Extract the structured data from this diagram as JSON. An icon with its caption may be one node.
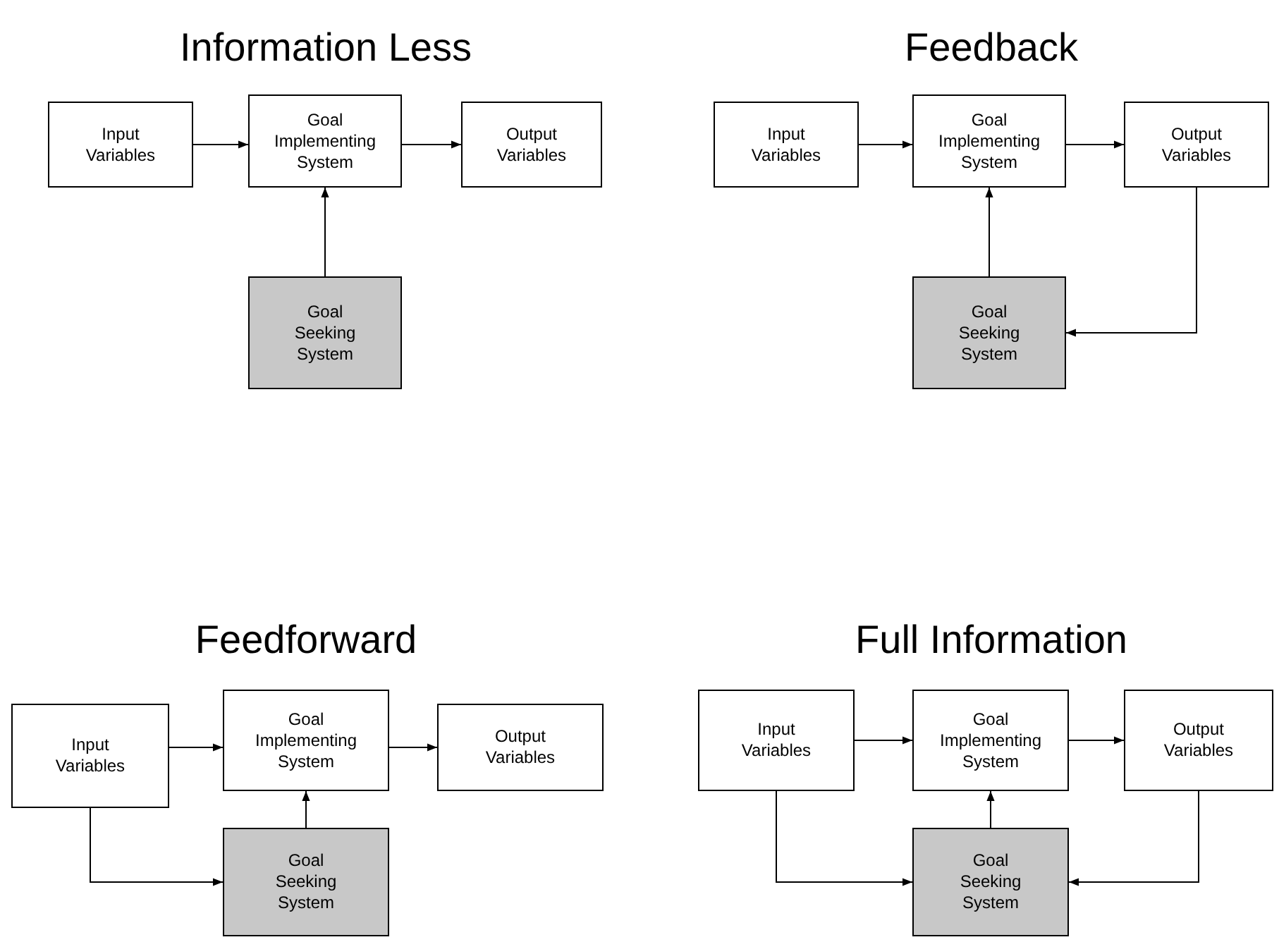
{
  "diagram": {
    "nodes": [
      {
        "text": [
          "Input Variables"
        ]
      },
      {
        "text": [
          "Goal Implementing System"
        ]
      },
      {
        "text": [
          "Output Variables"
        ]
      },
      {
        "text": [
          "Goal Seeking System"
        ]
      },
      {
        "text": [
          "Input Variables"
        ]
      },
      {
        "text": [
          "Goal Implementing System"
        ]
      },
      {
        "text": [
          "Output Variables"
        ]
      },
      {
        "text": [
          "Goal Seeking System"
        ]
      },
      {
        "text": [
          "Input Variables"
        ]
      },
      {
        "text": [
          "Goal Implementing System"
        ]
      },
      {
        "text": [
          "Output Variables"
        ]
      },
      {
        "text": [
          "Goal Seeking System"
        ]
      },
      {
        "text": [
          "Input Variables"
        ]
      },
      {
        "text": [
          "Goal Implementing System"
        ]
      },
      {
        "text": [
          "Output Variables"
        ]
      },
      {
        "text": [
          "Goal Seeking System"
        ]
      }
    ],
    "edges": [
      {
        "from": 0,
        "to": 1,
        "arrow": "to"
      },
      {
        "from": 1,
        "to": 2,
        "arrow": "to"
      },
      {
        "from": 3,
        "to": 1,
        "arrow": "to"
      },
      {
        "from": 4,
        "to": 5,
        "arrow": "to"
      },
      {
        "from": 5,
        "to": 6,
        "arrow": "to"
      },
      {
        "from": 7,
        "to": 5,
        "arrow": "to"
      },
      {
        "from": 6,
        "to": 7,
        "arrow": "to"
      },
      {
        "from": 8,
        "to": 9,
        "arrow": "to"
      },
      {
        "from": 9,
        "to": 10,
        "arrow": "to"
      },
      {
        "from": 11,
        "to": 9,
        "arrow": "to"
      },
      {
        "from": 8,
        "to": 11,
        "arrow": "to"
      },
      {
        "from": 12,
        "to": 13,
        "arrow": "to"
      },
      {
        "from": 13,
        "to": 14,
        "arrow": "to"
      },
      {
        "from": 15,
        "to": 13,
        "arrow": "to"
      },
      {
        "from": 12,
        "to": 15,
        "arrow": "to"
      },
      {
        "from": 14,
        "to": 15,
        "arrow": "to"
      }
    ],
    "labels": [
      "Information Less",
      "Feedback",
      "Feedforward",
      "Full Information"
    ]
  }
}
